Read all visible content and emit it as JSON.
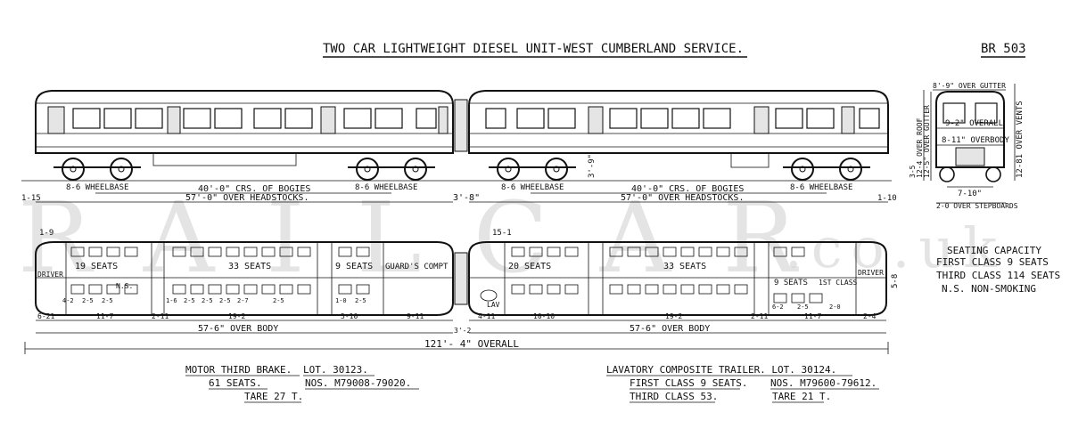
{
  "title": "TWO CAR LIGHTWEIGHT DIESEL UNIT-WEST CUMBERLAND SERVICE.",
  "drawing_ref": "BR 503",
  "watermark": {
    "left": "RAILCAR",
    "right": ".co.uk"
  },
  "side_elevation": {
    "left_wheelbase": "8-6 WHEELBASE",
    "left_wheelbase_2": "8-6 WHEELBASE",
    "right_wheelbase": "8-6 WHEELBASE",
    "right_wheelbase_2": "8-6 WHEELBASE",
    "bogie_centres": "40'-0\" CRS. OF BOGIES",
    "over_headstocks": "57'-0\" OVER HEADSTOCKS.",
    "end_left": "1-15",
    "gap": "3'-8\"",
    "end_right": "1-10",
    "mid_height": "3'-9\""
  },
  "end_elevation": {
    "over_gutter": "8'-9\" OVER GUTTER",
    "overall": "9-2\" OVERALL",
    "over_body": "8-11\" OVERBODY",
    "track": "7-10\"",
    "over_steps": "2-0 OVER STEPBOARDS",
    "over_roof": "12-4 OVER ROOF",
    "over_gutter_h": "12-5\" OVER GUTTER",
    "over_vents": "12-81 OVER VENTS",
    "base_h": "3-5"
  },
  "plan_motor": {
    "end_dim": "1-9",
    "driver": "DRIVER",
    "seats_a": "19 SEATS",
    "seats_b": "33 SEATS",
    "seats_c": "9 SEATS",
    "guards": "GUARD'S COMPT",
    "ns": "N.S.",
    "dims": [
      "6-21",
      "11-7",
      "2-11",
      "19-2",
      "5-10",
      "9-11"
    ],
    "seat_dims": [
      "4-2",
      "2-5",
      "2-5",
      "1-6",
      "2-5",
      "2-5",
      "2-5",
      "2-7",
      "2-5",
      "1-0",
      "2-5"
    ],
    "over_body": "57-6\" OVER BODY"
  },
  "plan_trailer": {
    "end_dim": "15-1",
    "lav": "LAV",
    "seats_a": "20 SEATS",
    "seats_b": "33 SEATS",
    "seats_c": "9 SEATS",
    "first_class": "1ST CLASS",
    "driver": "DRIVER",
    "right_dim": "5-8",
    "dims": [
      "4-11",
      "10-10",
      "19-2",
      "2-11",
      "11-7",
      "2-4"
    ],
    "seat_dims": [
      "6-2",
      "2-5",
      "2-0"
    ],
    "over_body": "57-6\" OVER BODY"
  },
  "gap_plan": "3'-2",
  "overall_length": "121'- 4\" OVERALL",
  "seating_capacity": {
    "heading": "SEATING CAPACITY",
    "first": "FIRST CLASS 9 SEATS",
    "third": "THIRD CLASS 114 SEATS",
    "ns": "N.S. NON-SMOKING"
  },
  "motor_info": {
    "title": "MOTOR THIRD BRAKE.",
    "lot": "LOT. 30123.",
    "seats": "61 SEATS.",
    "nos": "NOS. M79008-79020.",
    "tare": "TARE 27 T."
  },
  "trailer_info": {
    "title": "LAVATORY COMPOSITE TRAILER. LOT. 30124.",
    "first": "FIRST CLASS 9 SEATS.",
    "nos": "NOS. M79600-79612.",
    "third": "THIRD CLASS 53.",
    "tare": "TARE 21 T."
  }
}
